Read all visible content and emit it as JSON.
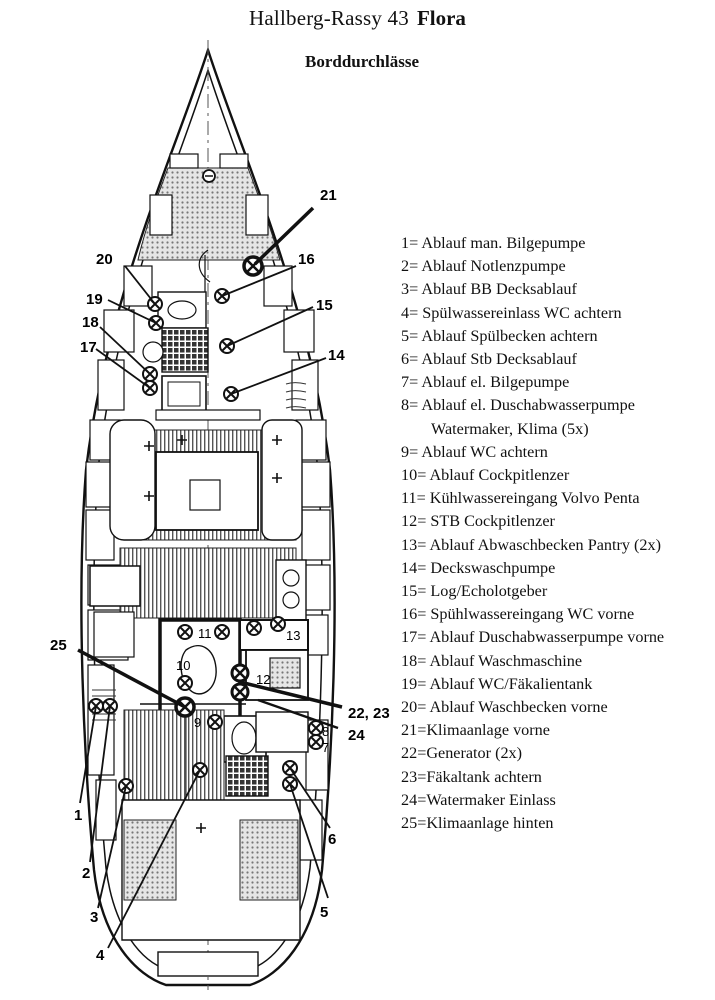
{
  "header": {
    "title": "Hallberg-Rassy 43",
    "boat_name": "Flora",
    "subtitle": "Borddurchlässe"
  },
  "legend": [
    "1= Ablauf man. Bilgepumpe",
    "2= Ablauf Notlenzpumpe",
    "3= Ablauf BB Decksablauf",
    "4= Spülwassereinlass WC achtern",
    "5= Ablauf Spülbecken achtern",
    "6= Ablauf Stb Decksablauf",
    "7= Ablauf el. Bilgepumpe",
    "8= Ablauf el. Duschabwasserpumpe",
    "Watermaker, Klima (5x)",
    "9= Ablauf WC achtern",
    "10= Ablauf Cockpitlenzer",
    "11= Kühlwassereingang Volvo Penta",
    "12= STB Cockpitlenzer",
    "13= Ablauf Abwaschbecken Pantry (2x)",
    "14= Deckswaschpumpe",
    "15= Log/Echolotgeber",
    "16= Spühlwassereingang WC vorne",
    "17= Ablauf Duschabwasserpumpe vorne",
    "18= Ablauf Waschmaschine",
    "19= Ablauf WC/Fäkalientank",
    "20= Ablauf Waschbecken vorne",
    "21=Klimaanlage vorne",
    "22=Generator (2x)",
    "23=Fäkaltank achtern",
    "24=Watermaker Einlass",
    "25=Klimaanlage hinten"
  ],
  "callouts": [
    "21",
    "20",
    "16",
    "19",
    "15",
    "18",
    "17",
    "14",
    "25",
    "22, 23",
    "24",
    "1",
    "2",
    "3",
    "4",
    "5",
    "6"
  ],
  "markers": [
    "11",
    "13",
    "10",
    "12",
    "9",
    "8",
    "7"
  ]
}
